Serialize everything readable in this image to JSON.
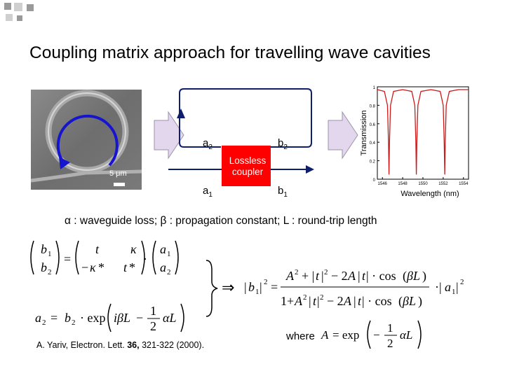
{
  "title": "Coupling matrix approach for travelling wave cavities",
  "sem_image": {
    "scale_label": "5 μm"
  },
  "diagram": {
    "label_a2": "a",
    "label_a2_sub": "2",
    "label_b2": "b",
    "label_b2_sub": "2",
    "label_a1": "a",
    "label_a1_sub": "1",
    "label_b1": "b",
    "label_b1_sub": "1",
    "coupler_line1": "Lossless",
    "coupler_line2": "coupler"
  },
  "chart_data": {
    "type": "line",
    "xlabel": "Wavelength (nm)",
    "ylabel": "Transmission",
    "x_ticks": [
      "1546",
      "1548",
      "1550",
      "1552",
      "1554"
    ],
    "y_ticks": [
      "0",
      "0.2",
      "0.4",
      "0.6",
      "0.8",
      "1"
    ],
    "xlim": [
      1545.5,
      1554.5
    ],
    "ylim": [
      0,
      1
    ],
    "series": [
      {
        "x": [
          1545.5,
          1546.2,
          1546.5,
          1546.6,
          1546.65,
          1546.7,
          1546.8,
          1547.1,
          1548.0,
          1548.9,
          1549.2,
          1549.3,
          1549.35,
          1549.4,
          1549.5,
          1549.8,
          1550.8,
          1551.7,
          1552.0,
          1552.1,
          1552.15,
          1552.2,
          1552.3,
          1552.6,
          1553.5,
          1554.5
        ],
        "y": [
          0.97,
          0.95,
          0.8,
          0.4,
          0.05,
          0.4,
          0.8,
          0.95,
          0.97,
          0.95,
          0.8,
          0.4,
          0.05,
          0.4,
          0.8,
          0.95,
          0.97,
          0.95,
          0.8,
          0.4,
          0.05,
          0.4,
          0.8,
          0.95,
          0.97,
          0.97
        ]
      }
    ],
    "colors": {
      "line": "#cc1a1a"
    }
  },
  "params_line": "α : waveguide loss;  β : propagation constant;  L : round-trip length",
  "where_label": "where",
  "citation": {
    "prefix": "A. Yariv, Electron. Lett. ",
    "volume": "36,",
    "pages": " 321-322 (2000)."
  },
  "colors": {
    "deco_gray": "#9a9a9a",
    "deco_light": "#cfcfcf",
    "arrow_shape": "#e3d7ee",
    "loop_line": "#0f1f6b",
    "coupler_fill": "#ff0000",
    "blue_arrow": "#1515d0"
  },
  "icons": [
    "chevron-right-arrow-icon",
    "circular-arrow-icon",
    "ring-resonator-icon"
  ]
}
